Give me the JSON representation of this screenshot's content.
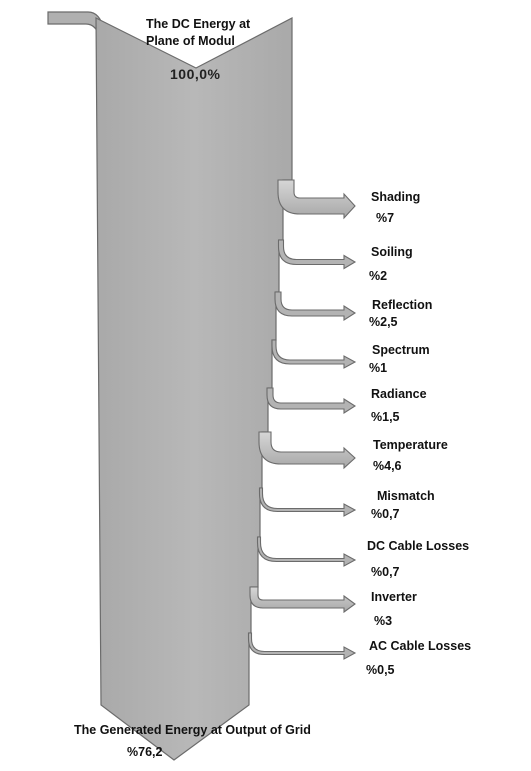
{
  "diagram": {
    "input": {
      "title_line1": "The DC Energy at",
      "title_line2": "Plane of Modul",
      "percent": "100,0%"
    },
    "output": {
      "title": "The Generated Energy at Output of Grid",
      "percent": "%76,2"
    },
    "losses": [
      {
        "name": "Shading",
        "percent": "%7"
      },
      {
        "name": "Soiling",
        "percent": "%2"
      },
      {
        "name": "Reflection",
        "percent": "%2,5"
      },
      {
        "name": "Spectrum",
        "percent": "%1"
      },
      {
        "name": "Radiance",
        "percent": "%1,5"
      },
      {
        "name": "Temperature",
        "percent": "%4,6"
      },
      {
        "name": "Mismatch",
        "percent": "%0,7"
      },
      {
        "name": "DC Cable Losses",
        "percent": "%0,7"
      },
      {
        "name": "Inverter",
        "percent": "%3"
      },
      {
        "name": "AC Cable Losses",
        "percent": "%0,5"
      }
    ],
    "colors": {
      "flow_fill": "#b3b3b3",
      "flow_stroke": "#6b6b6b",
      "flow_gradient_light": "#d8d8d8"
    }
  }
}
